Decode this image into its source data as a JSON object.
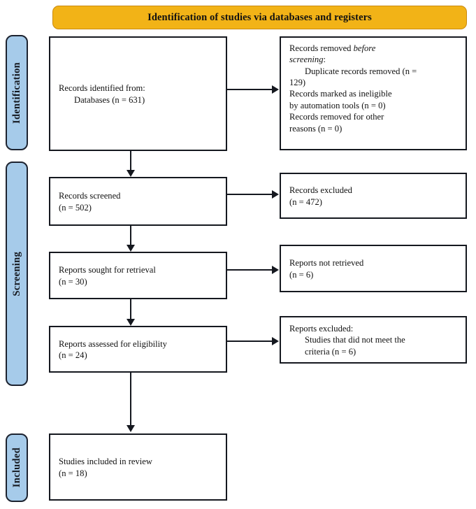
{
  "banner": {
    "title": "Identification of studies via databases and registers",
    "color": "#F2B317"
  },
  "stages": [
    {
      "id": "identification",
      "label": "Identification",
      "color": "#A6CBEA"
    },
    {
      "id": "screening",
      "label": "Screening",
      "color": "#A6CBEA"
    },
    {
      "id": "included",
      "label": "Included",
      "color": "#A6CBEA"
    }
  ],
  "boxes": {
    "identified": {
      "line1": "Records identified from:",
      "line2": "Databases (n = 631)"
    },
    "removed": {
      "line1_a": "Records removed ",
      "line1_b": "before",
      "line2_a": "screening",
      "line2_b": ":",
      "item1": "Duplicate records removed (n =",
      "item1_cont": "129)",
      "item2": "Records marked as ineligible",
      "item2_cont": "by automation tools (n = 0)",
      "item3": "Records removed for other",
      "item3_cont": "reasons (n = 0)"
    },
    "screened": {
      "line1": "Records screened",
      "line2": "(n = 502)"
    },
    "excluded_records": {
      "line1": "Records excluded",
      "line2": "(n = 472)"
    },
    "sought": {
      "line1": "Reports sought for retrieval",
      "line2": "(n = 30)"
    },
    "not_retrieved": {
      "line1": "Reports not retrieved",
      "line2": "(n = 6)"
    },
    "assessed": {
      "line1": "Reports assessed for eligibility",
      "line2": "(n = 24)"
    },
    "excluded_reports": {
      "line1": "Reports excluded:",
      "item1": "Studies that did not meet the",
      "item1_cont": "criteria (n = 6)"
    },
    "included": {
      "line1": "Studies included in review",
      "line2": "(n = 18)"
    }
  },
  "flow_data": {
    "type": "prisma-flow-diagram",
    "identified_databases": 631,
    "duplicates_removed": 129,
    "marked_ineligible_automation": 0,
    "removed_other_reasons": 0,
    "records_screened": 502,
    "records_excluded": 472,
    "reports_sought": 30,
    "reports_not_retrieved": 6,
    "reports_assessed": 24,
    "reports_excluded": 6,
    "studies_included": 18
  }
}
